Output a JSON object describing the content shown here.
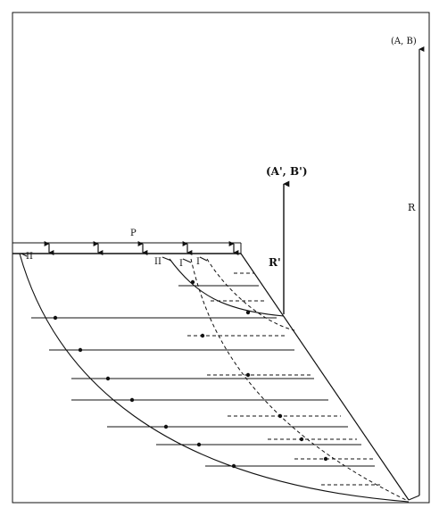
{
  "labels": {
    "point_ab": "(A, B)",
    "point_ab_prime": "(A', B')",
    "r": "R",
    "r_prime": "R'",
    "p": "P",
    "ii_left": "II",
    "ii_inner": "II",
    "i_1": "I",
    "i_2": "I"
  },
  "colors": {
    "ink": "#111111",
    "background": "#ffffff"
  }
}
